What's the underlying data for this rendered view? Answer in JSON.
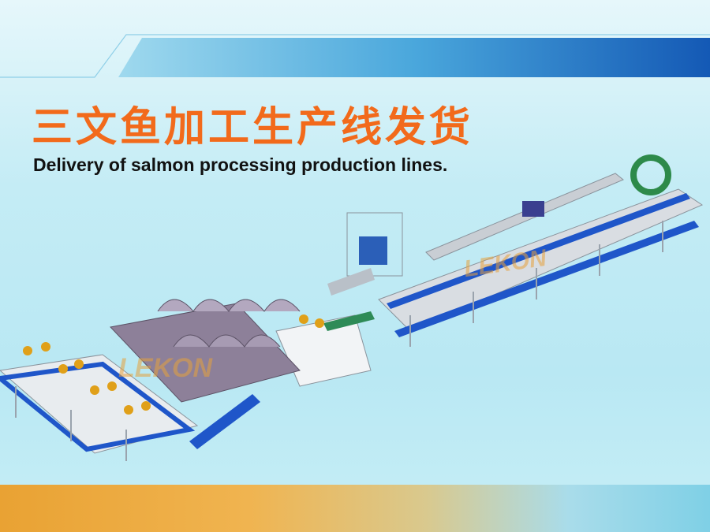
{
  "header": {
    "title_cn": "三文鱼加工生产线发货",
    "title_en": "Delivery of salmon processing production lines."
  },
  "watermarks": {
    "logo_text": "LEKON"
  },
  "colors": {
    "title_cn": "#f26a1b",
    "top_band": "#1f6fc1",
    "conveyor_belt": "#1f56c9",
    "frame": "#9aa3ad",
    "bottom_band": "#e9a233"
  }
}
